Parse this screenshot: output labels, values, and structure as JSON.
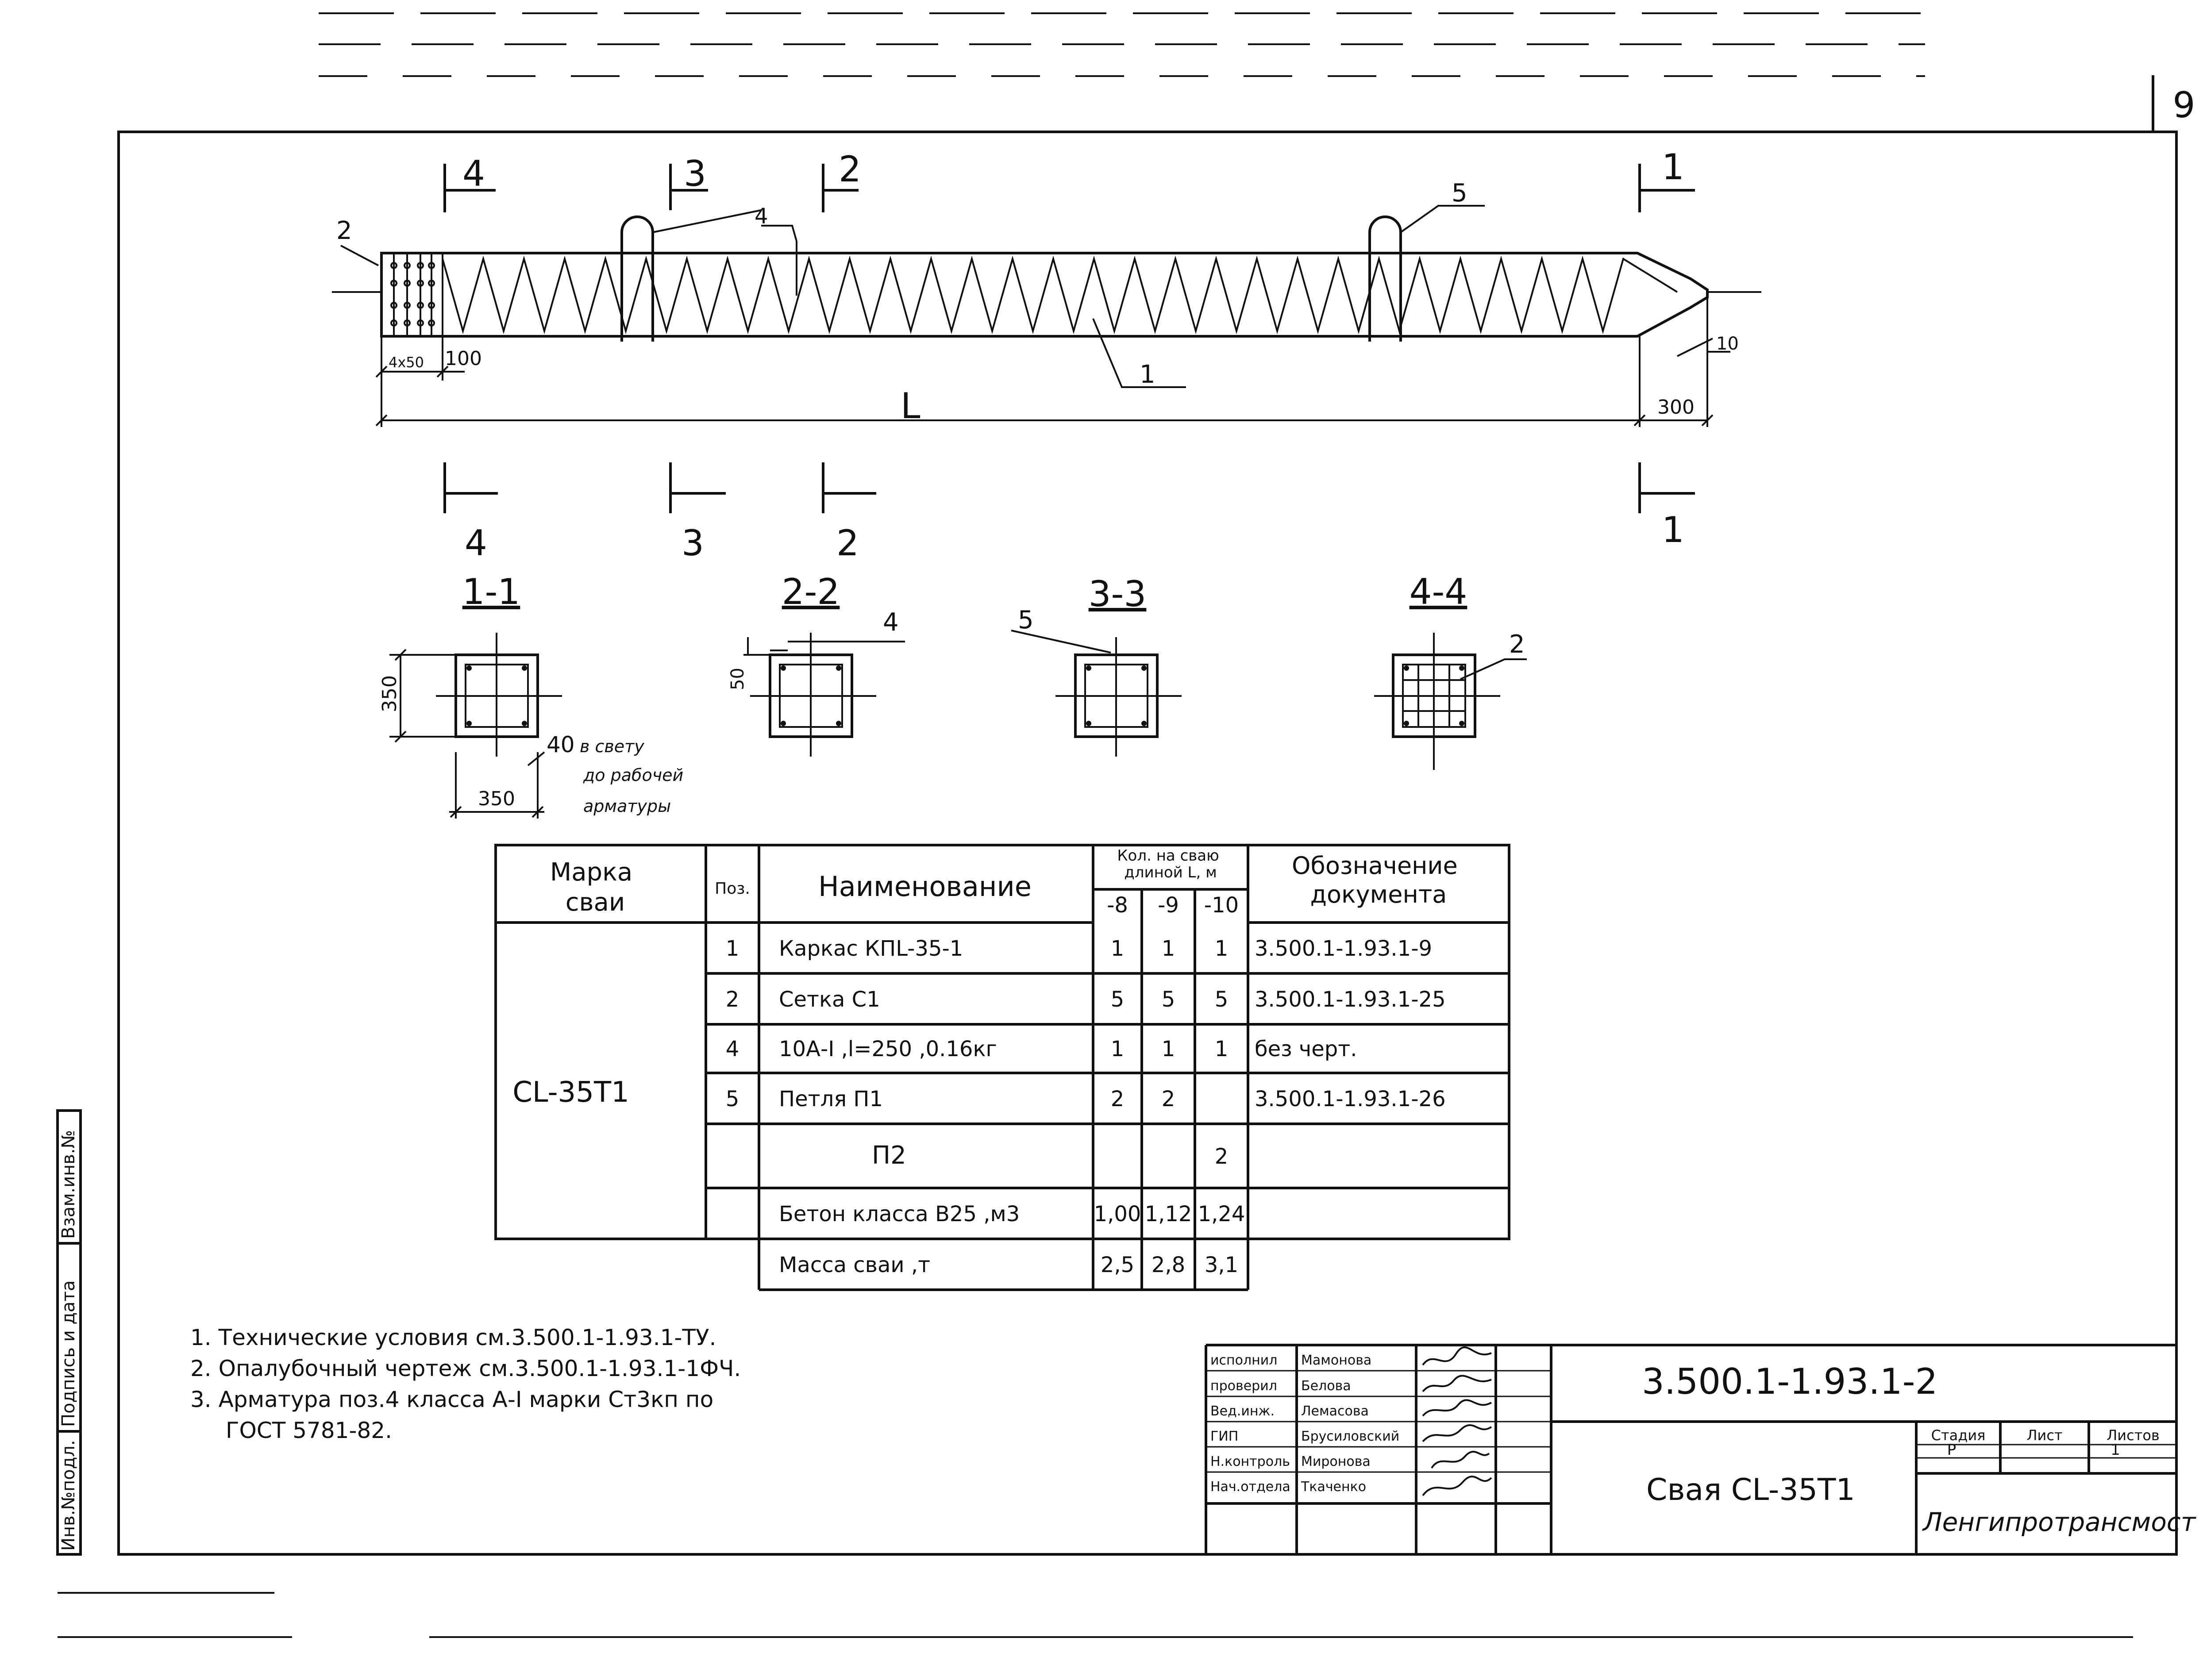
{
  "sheet_number": "9",
  "elevation": {
    "section_marks_top": [
      "4",
      "3",
      "2",
      "1"
    ],
    "section_marks_bottom": [
      "4",
      "3",
      "2",
      "1"
    ],
    "callouts": [
      "2",
      "4",
      "5",
      "1"
    ],
    "dimensions": {
      "end_segment": "4x50",
      "gap": "100",
      "length": "L",
      "tip": "300",
      "tip_offset": "10"
    }
  },
  "sections": [
    {
      "title": "1-1",
      "dim_height": "350",
      "dim_width": "350",
      "clear_cover": "40",
      "clear_cover_note": [
        "в свету",
        "до рабочей",
        "арматуры"
      ]
    },
    {
      "title": "2-2",
      "callout": "4",
      "dim": "50"
    },
    {
      "title": "3-3",
      "callout": "5"
    },
    {
      "title": "4-4",
      "callout": "2"
    }
  ],
  "spec_table": {
    "headers": {
      "mark": "Марка свай",
      "pos": "Поз.",
      "name": "Наименование",
      "qty_title": "Кол. на сваю длиной L, м",
      "qty_cols": [
        "-8",
        "-9",
        "-10"
      ],
      "doc": "Обозначение документа"
    },
    "mark_value": "CL-35T1",
    "rows": [
      {
        "pos": "1",
        "name": "Каркас КПL-35-1",
        "q8": "1",
        "q9": "1",
        "q10": "1",
        "doc": "3.500.1-1.93.1-9"
      },
      {
        "pos": "2",
        "name": "Сетка С1",
        "q8": "5",
        "q9": "5",
        "q10": "5",
        "doc": "3.500.1-1.93.1-25"
      },
      {
        "pos": "4",
        "name": "10А-I ,l=250 ,0.16кг",
        "q8": "1",
        "q9": "1",
        "q10": "1",
        "doc": "без черт."
      },
      {
        "pos": "5",
        "name": "Петля П1",
        "q8": "2",
        "q9": "2",
        "q10": "",
        "doc": "3.500.1-1.93.1-26"
      },
      {
        "pos": "",
        "name": "П2",
        "q8": "",
        "q9": "",
        "q10": "2",
        "doc": ""
      },
      {
        "pos": "",
        "name": "Бетон класса В25 ,м3",
        "q8": "1,00",
        "q9": "1,12",
        "q10": "1,24",
        "doc": ""
      },
      {
        "pos": "",
        "name": "Масса сваи ,т",
        "q8": "2,5",
        "q9": "2,8",
        "q10": "3,1",
        "doc": ""
      }
    ]
  },
  "notes": [
    "1. Технические условия см.3.500.1-1.93.1-ТУ.",
    "2. Опалубочный чертеж см.3.500.1-1.93.1-1ФЧ.",
    "3. Арматура поз.4 класса А-I марки Ст3кп по",
    "ГОСТ 5781-82."
  ],
  "left_stamp": [
    "Инв.№подл.",
    "Подпись и дата",
    "Взам.инв.№"
  ],
  "title_block": {
    "people": [
      {
        "role": "исполнил",
        "name": "Мамонова"
      },
      {
        "role": "проверил",
        "name": "Белова"
      },
      {
        "role": "Вед.инж.",
        "name": "Лемасова"
      },
      {
        "role": "ГИП",
        "name": "Брусиловский"
      },
      {
        "role": "Н.контроль",
        "name": "Миронова"
      },
      {
        "role": "Нач.отдела",
        "name": "Ткаченко"
      }
    ],
    "document_code": "3.500.1-1.93.1-2",
    "title": "Свая CL-35T1",
    "stage_label": "Стадия",
    "sheet_label": "Лист",
    "sheets_label": "Листов",
    "stage": "Р",
    "sheet": "",
    "sheets": "1",
    "organization": "Ленгипротрансмост"
  }
}
